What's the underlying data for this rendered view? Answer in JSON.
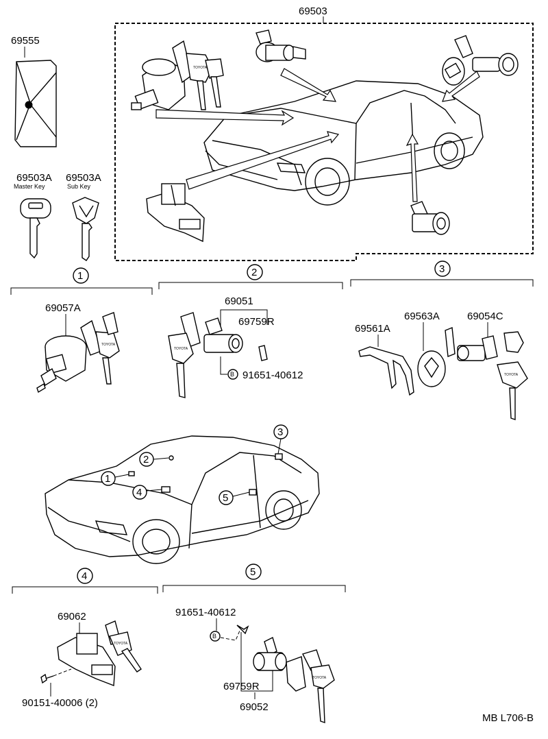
{
  "labels": {
    "set_top": "69503",
    "wallet": "69555",
    "master_key_part": "69503A",
    "master_key_caption": "Master Key",
    "sub_key_part": "69503A",
    "sub_key_caption": "Sub Key",
    "s1_part": "69057A",
    "s2_cyl": "69051",
    "s2_clip": "69759R",
    "s2_bolt": "91651-40612",
    "s3_bracket": "69561A",
    "s3_ring": "69563A",
    "s3_cyl": "69054C",
    "s4_part": "69062",
    "s4_screw": "90151-40006 (2)",
    "s5_bolt": "91651-40612",
    "s5_clip": "69759R",
    "s5_cyl": "69052",
    "figure_code": "MB L706-B",
    "key_brand": "TOYOTA",
    "b_mark": "B"
  },
  "sections": {
    "s1": "1",
    "s2": "2",
    "s3": "3",
    "s4": "4",
    "s5": "5"
  },
  "car_callouts": {
    "c1": "1",
    "c2": "2",
    "c3": "3",
    "c4": "4",
    "c5": "5"
  }
}
